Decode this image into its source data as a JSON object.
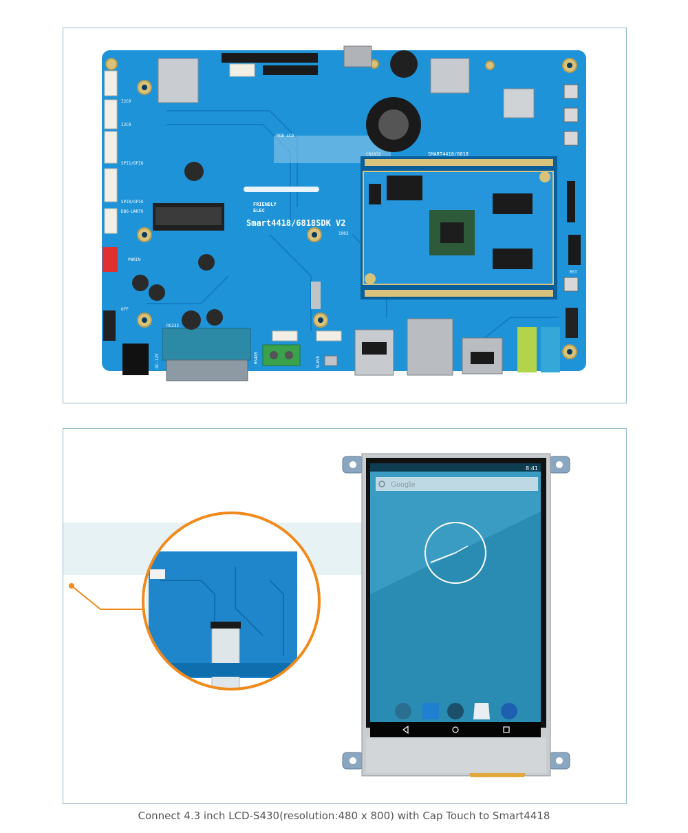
{
  "board": {
    "model_label": "Smart4418/6818SDK V2",
    "brand_line1": "FRIENDLY",
    "brand_line2": "ELEC",
    "revision": "1903",
    "core_label": "SMART4418/6818",
    "battery_label": "CR2032",
    "lcd_header_label": "RGB-LCD",
    "labels": [
      "I2C0",
      "I2C0",
      "SPI1/GPIO",
      "SPI0/GPIO",
      "DBG-UART0",
      "PWRIN",
      "DC-12V",
      "RS232",
      "RS485",
      "SLAVE",
      "RST",
      "OFF"
    ],
    "colors": {
      "pcb": "#1f93d8",
      "pcb_dark": "#0f6fae",
      "gold": "#d9c27a",
      "green_terminal": "#3aa24a"
    }
  },
  "lcd": {
    "status_time": "8:41",
    "search_text": "Google",
    "dock_icons": [
      "chrome-icon",
      "contacts-icon",
      "apps-icon",
      "play-store-icon",
      "browser-icon"
    ],
    "nav_icons": [
      "back-icon",
      "home-icon",
      "recents-icon"
    ],
    "colors": {
      "wallpaper": "#2b8cb3",
      "orange_ring": "#f08a1c"
    }
  },
  "caption": "Connect 4.3 inch LCD-S430(resolution:480 x 800) with Cap Touch to Smart4418"
}
